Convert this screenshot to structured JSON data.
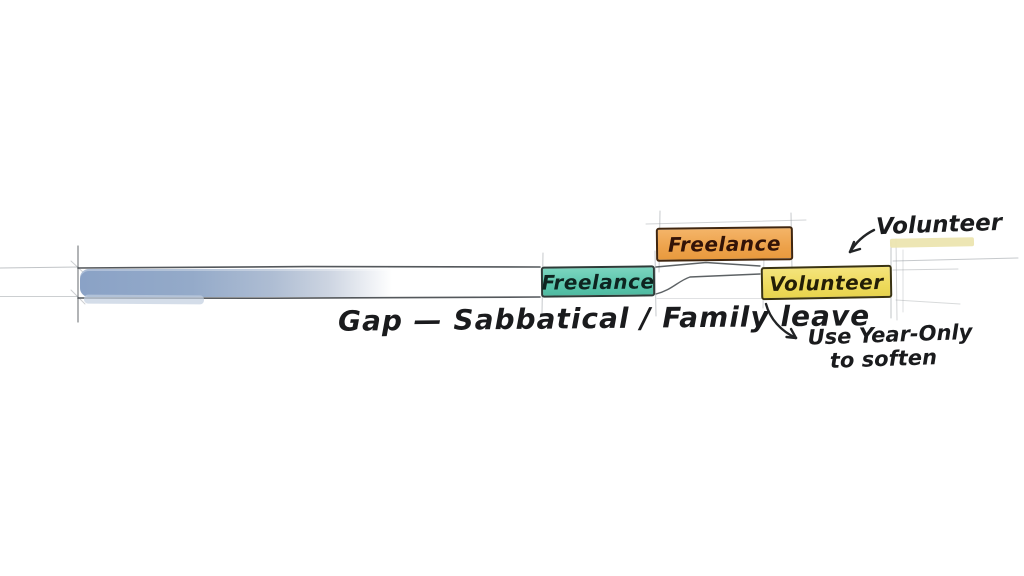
{
  "diagram": {
    "type": "hand-drawn-timeline-sketch",
    "gap_label": "Gap — Sabbatical / Family leave",
    "timeline": {
      "bar_color": "#93a9ca",
      "sketch_line_color": "#8e9499",
      "ink_color": "#1a1b1d"
    },
    "boxes": {
      "freelance_teal": {
        "label": "Freelance",
        "fill": "#5ec8af"
      },
      "freelance_orange": {
        "label": "Freelance",
        "fill": "#eda24b"
      },
      "volunteer_yellow": {
        "label": "Volunteer",
        "fill": "#eeda5c"
      }
    },
    "annotations": {
      "volunteer_note": {
        "label": "Volunteer",
        "highlight_color": "#ece5b0"
      },
      "soften_note": {
        "line1": "Use Year-Only",
        "line2": "to soften"
      }
    }
  }
}
